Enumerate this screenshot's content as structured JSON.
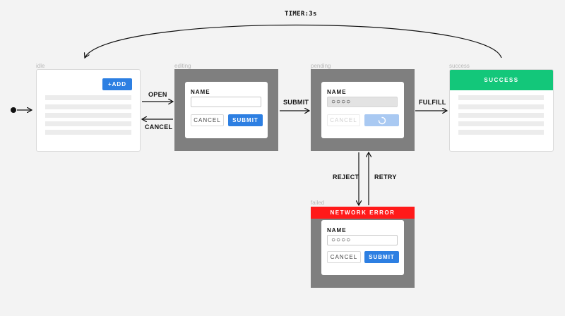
{
  "transitions": {
    "timer": "TIMER:3s",
    "open": "OPEN",
    "cancel": "CANCEL",
    "submit": "SUBMIT",
    "fulfill": "FULFILL",
    "reject": "REJECT",
    "retry": "RETRY"
  },
  "states": {
    "idle": {
      "name": "idle",
      "add_button": "+ADD"
    },
    "editing": {
      "name": "editing",
      "field_label": "NAME",
      "field_value": "",
      "cancel_button": "CANCEL",
      "submit_button": "SUBMIT"
    },
    "pending": {
      "name": "pending",
      "field_label": "NAME",
      "field_value": "○○○○",
      "cancel_button": "CANCEL"
    },
    "success": {
      "name": "success",
      "banner": "SUCCESS"
    },
    "failed": {
      "name": "failed",
      "banner": "NETWORK ERROR",
      "field_label": "NAME",
      "field_value": "○○○○",
      "cancel_button": "CANCEL",
      "submit_button": "SUBMIT"
    }
  },
  "colors": {
    "background": "#f3f3f3",
    "frame": "#7f7f7f",
    "primary": "#2d7fe2",
    "success": "#13c77a",
    "error": "#ff1a1a"
  },
  "icons": {
    "initial": "start-dot-icon",
    "loading": "spinner-icon"
  }
}
